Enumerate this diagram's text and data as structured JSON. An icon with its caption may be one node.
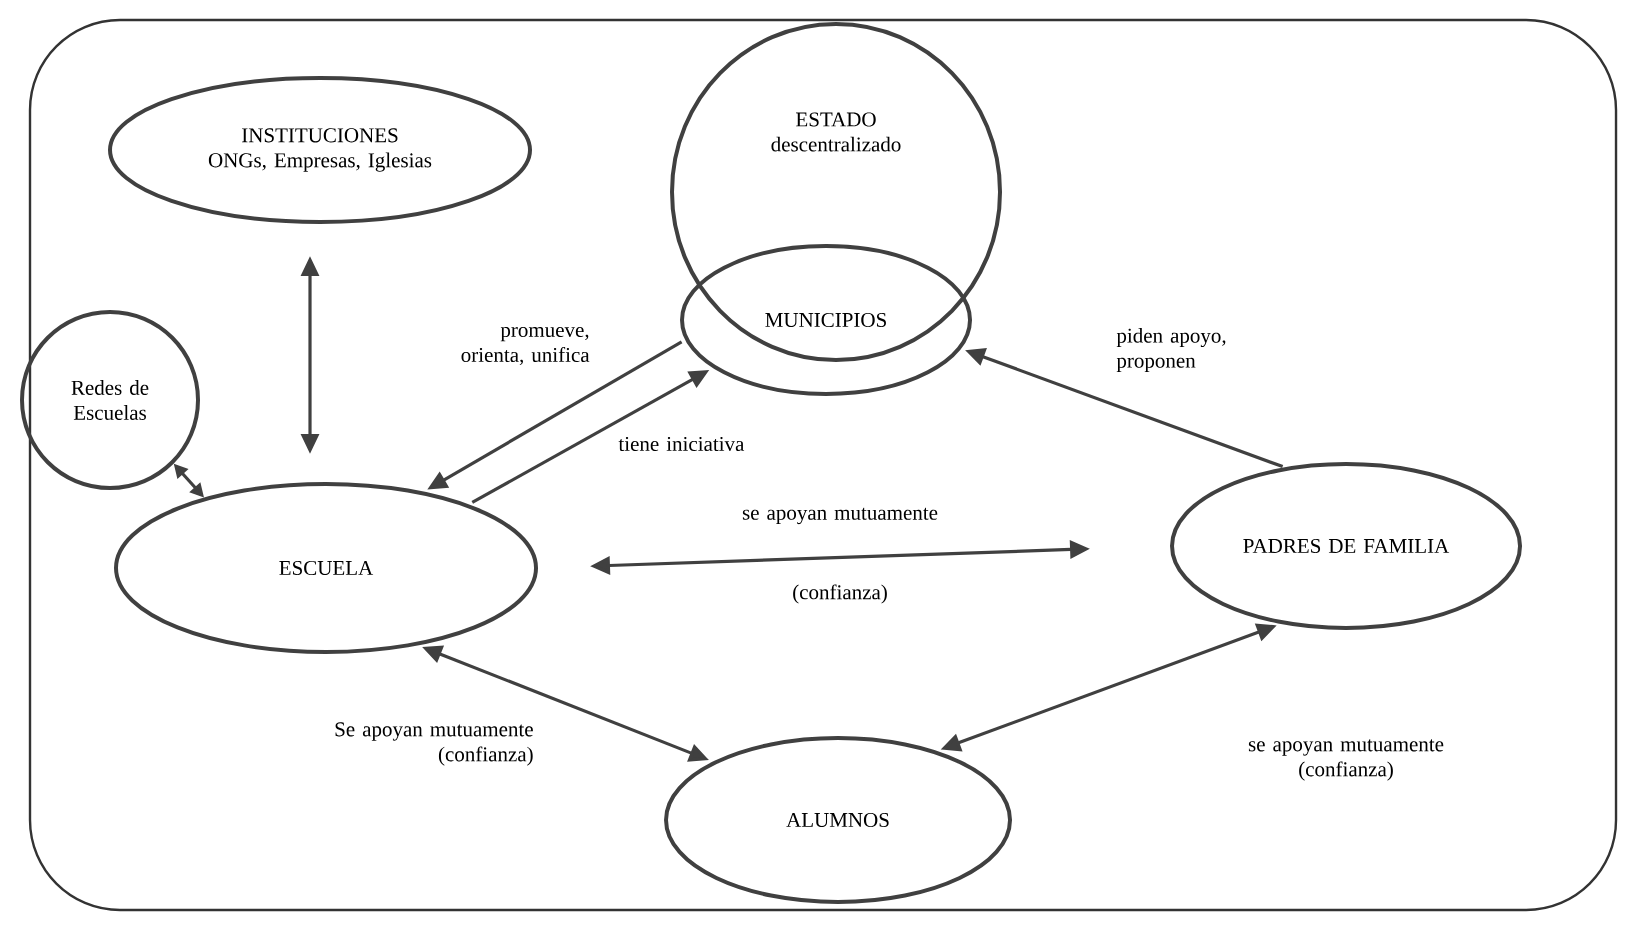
{
  "diagram": {
    "nodes": [
      {
        "text": [
          "INSTITUCIONES",
          "ONGs, Empresas, Iglesias"
        ]
      },
      {
        "text": [
          "ESTADO",
          "descentralizado"
        ]
      },
      {
        "text": [
          "MUNICIPIOS"
        ]
      },
      {
        "text": [
          "Redes de Escuelas"
        ]
      },
      {
        "text": [
          "ESCUELA"
        ]
      },
      {
        "text": [
          "PADRES DE FAMILIA"
        ]
      },
      {
        "text": [
          "ALUMNOS"
        ]
      }
    ],
    "edges": [
      {
        "from": 0,
        "to": 4,
        "arrow": "both"
      },
      {
        "from": 2,
        "to": 4,
        "arrow": "to",
        "label": "promueve, orienta, unifica"
      },
      {
        "from": 4,
        "to": 2,
        "arrow": "to",
        "label": "tiene iniciativa"
      },
      {
        "from": 5,
        "to": 2,
        "arrow": "to",
        "label": "piden apoyo, proponen"
      },
      {
        "from": 3,
        "to": 4,
        "arrow": "both"
      },
      {
        "from": 4,
        "to": 5,
        "arrow": "both",
        "label": "se apoyan mutuamente"
      },
      {
        "from": 4,
        "to": 6,
        "arrow": "both",
        "label": "Se apoyan mutuamente (confianza)"
      },
      {
        "from": 6,
        "to": 5,
        "arrow": "both",
        "label": "se apoyan mutuamente (confianza)"
      }
    ],
    "labels": [
      "(confianza)"
    ]
  }
}
